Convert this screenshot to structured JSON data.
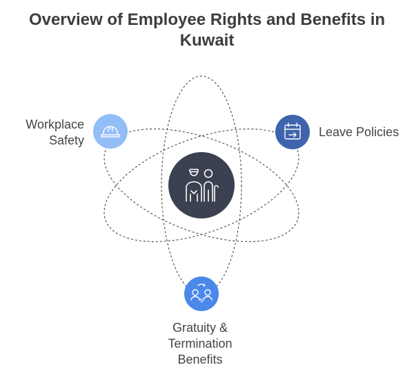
{
  "title": {
    "line1": "Overview of Employee Rights and Benefits in",
    "line2": "Kuwait"
  },
  "center": {
    "icon": "employees-icon",
    "color": "#3b4150"
  },
  "nodes": [
    {
      "id": "workplace-safety",
      "label_lines": [
        "Workplace",
        "Safety"
      ],
      "icon": "hard-hat-icon",
      "color": "#93bdf7"
    },
    {
      "id": "leave-policies",
      "label_lines": [
        "Leave Policies"
      ],
      "icon": "calendar-icon",
      "color": "#3f64ad"
    },
    {
      "id": "gratuity-termination",
      "label_lines": [
        "Gratuity &",
        "Termination",
        "Benefits"
      ],
      "icon": "handshake-icon",
      "color": "#4a88ea"
    }
  ]
}
